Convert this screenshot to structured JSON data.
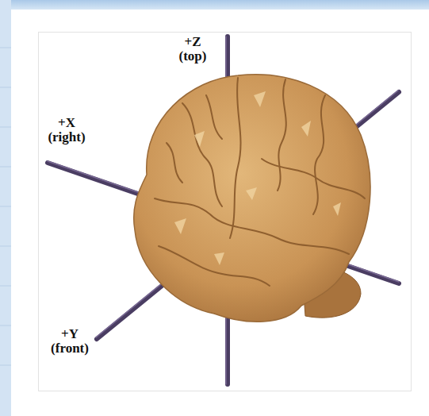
{
  "diagram": {
    "labels": [
      "+Z (top)",
      "+X (right)",
      "+Y (front)"
    ]
  }
}
